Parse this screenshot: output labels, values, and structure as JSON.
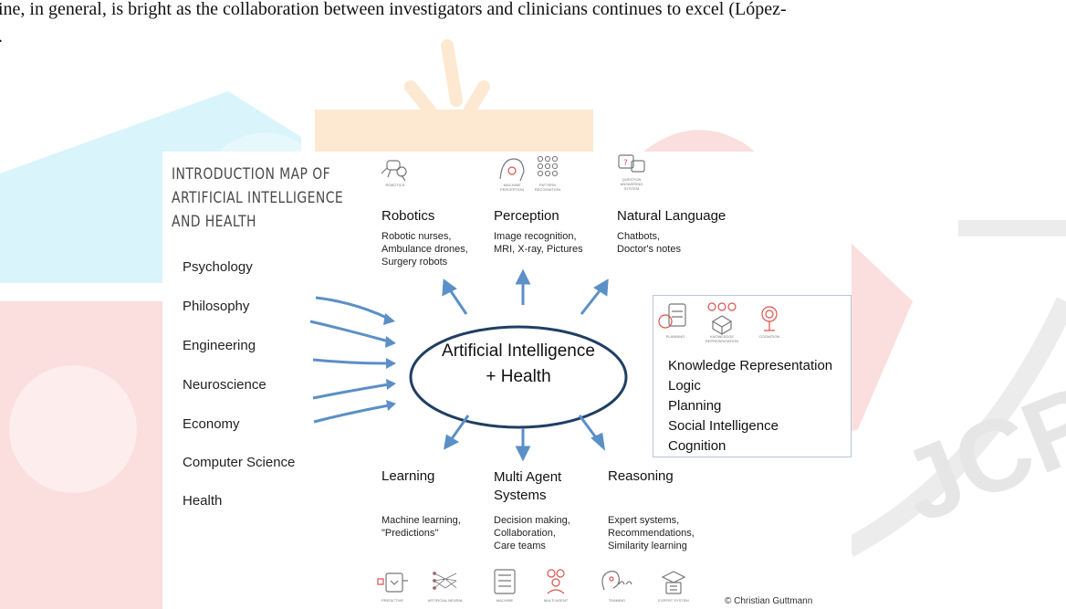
{
  "page": {
    "line1": "ine, in general, is bright as the collaboration between investigators and clinicians continues to excel (López-",
    "line2": "."
  },
  "figure": {
    "title_lines": [
      "INTRODUCTION MAP OF",
      "ARTIFICIAL INTELLIGENCE",
      "AND HEALTH"
    ],
    "disciplines": [
      "Psychology",
      "Philosophy",
      "Engineering",
      "Neuroscience",
      "Economy",
      "Computer Science",
      "Health"
    ],
    "center": {
      "line1": "Artificial Intelligence",
      "line2": "+ Health"
    },
    "top_icons": [
      {
        "caption": "ROBOTICS"
      },
      {
        "caption": "MACHINE PERCEPTION"
      },
      {
        "caption": "PATTERN RECOGNITION"
      },
      {
        "caption": "QUESTION ANSWERING SYSTEM"
      }
    ],
    "top_categories": [
      {
        "title": "Robotics",
        "desc": [
          "Robotic nurses,",
          "Ambulance drones,",
          "Surgery robots"
        ]
      },
      {
        "title": "Perception",
        "desc": [
          "Image recognition,",
          "MRI, X-ray, Pictures"
        ]
      },
      {
        "title": "Natural Language",
        "desc": [
          "Chatbots,",
          "Doctor's notes"
        ]
      }
    ],
    "box_icons": [
      {
        "caption": "PLANNING"
      },
      {
        "caption": "KNOWLEDGE REPRESENTATION"
      },
      {
        "caption": "COGNITION"
      }
    ],
    "box_items": [
      "Knowledge Representation",
      "Logic",
      "Planning",
      "Social Intelligence",
      "Cognition"
    ],
    "bottom_categories": [
      {
        "title": [
          "Learning"
        ],
        "desc": [
          "Machine learning,",
          "\"Predictions\""
        ]
      },
      {
        "title": [
          "Multi Agent",
          "Systems"
        ],
        "desc": [
          "Decision making,",
          "Collaboration,",
          "Care teams"
        ]
      },
      {
        "title": [
          "Reasoning"
        ],
        "desc": [
          "Expert systems,",
          "Recommendations,",
          "Similarity learning"
        ]
      }
    ],
    "bottom_icons": [
      {
        "caption": "PREDICTIVE"
      },
      {
        "caption": "ARTIFICIAL NEURAL"
      },
      {
        "caption": "MACHINE"
      },
      {
        "caption": "MULTI AGENT"
      },
      {
        "caption": "TEAMING"
      },
      {
        "caption": "EXPERT SYSTEM"
      }
    ],
    "copyright": "© Christian Guttmann"
  },
  "watermark": {
    "letters": "JCRT",
    "colors": {
      "cyan": "#d9f4fb",
      "orange": "#fde8d2",
      "red": "#fbdede",
      "grey": "#e8e8e8"
    }
  },
  "colors": {
    "arrow": "#5b8fc7",
    "ellipse": "#1f3f63",
    "icon_red": "#d9534f"
  }
}
